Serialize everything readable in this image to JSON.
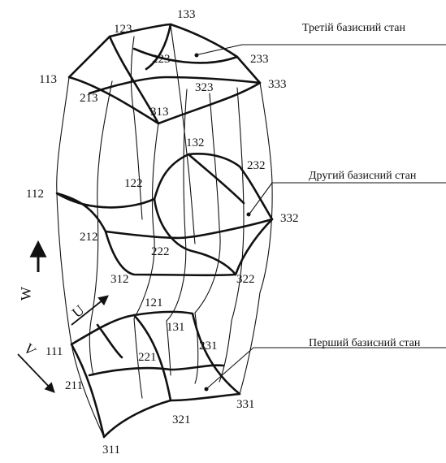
{
  "nodes": {
    "n111": "111",
    "n112": "112",
    "n113": "113",
    "n121": "121",
    "n122": "122",
    "n123": "123",
    "n131": "131",
    "n132": "132",
    "n133": "133",
    "n211": "211",
    "n212": "212",
    "n213": "213",
    "n221": "221",
    "n222": "222",
    "n223": "223",
    "n231": "231",
    "n232": "232",
    "n233": "233",
    "n311": "311",
    "n312": "312",
    "n313": "313",
    "n321": "321",
    "n322": "322",
    "n323": "323",
    "n331": "331",
    "n332": "332",
    "n333": "333"
  },
  "annotations": {
    "third": "Третій базисний стан",
    "second": "Другий базисний стан",
    "first": "Перший базисний стан"
  },
  "axes": {
    "w": "W",
    "u": "U",
    "v": "V"
  }
}
